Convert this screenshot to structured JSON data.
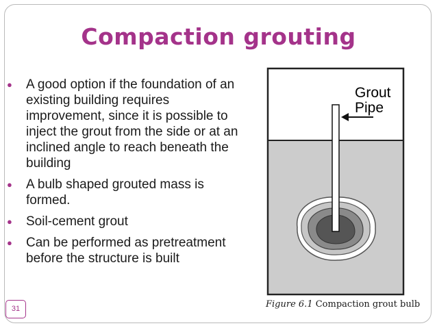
{
  "slide": {
    "title": "Compaction grouting",
    "page_number": "31",
    "bullets": [
      {
        "text": "A good option if the foundation of an existing building requires improvement, since it is possible to inject the grout from the side or at an inclined angle to reach beneath the building"
      },
      {
        "text": "A bulb shaped grouted mass is formed."
      },
      {
        "text": "Soil-cement grout"
      },
      {
        "text": "Can be performed as pretreatment before the structure is built"
      }
    ],
    "bullet_icon": "filled-circle-bullet",
    "colors": {
      "accent": "#a4338a",
      "text": "#1a1a1a",
      "ground": "#cccccc"
    }
  },
  "figure": {
    "label_line1": "Grout",
    "label_line2": "Pipe",
    "caption_label": "Figure 6.1",
    "caption_text": "Compaction grout bulb"
  }
}
